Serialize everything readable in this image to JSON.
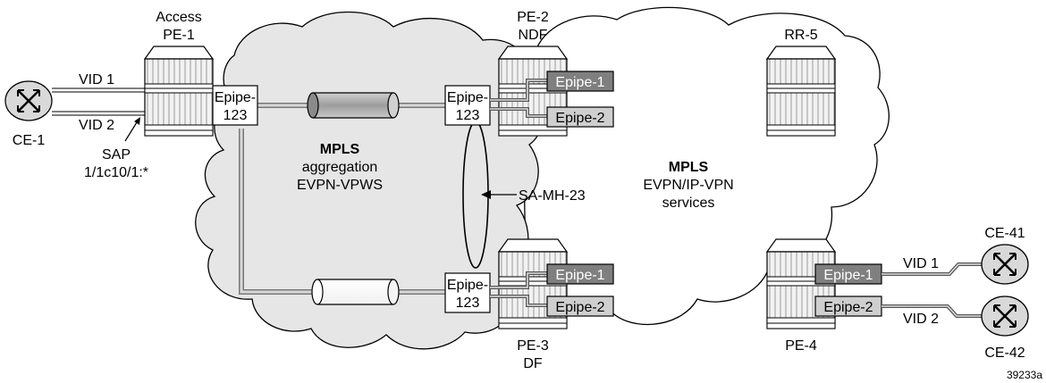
{
  "nodes": {
    "access_pe1": {
      "line1": "Access",
      "line2": "PE-1"
    },
    "pe2": {
      "line1": "PE-2",
      "line2": "NDF"
    },
    "rr5": {
      "label": "RR-5"
    },
    "pe3": {
      "line1": "PE-3",
      "line2": "DF"
    },
    "pe4": {
      "label": "PE-4"
    },
    "ce1": {
      "label": "CE-1"
    },
    "ce41": {
      "label": "CE-41"
    },
    "ce42": {
      "label": "CE-42"
    }
  },
  "links": {
    "vid1_left": "VID 1",
    "vid2_left": "VID 2",
    "vid1_right": "VID 1",
    "vid2_right": "VID 2"
  },
  "sap": {
    "line1": "SAP",
    "line2": "1/1c10/1:*"
  },
  "epipe123": {
    "line1": "Epipe-",
    "line2": "123"
  },
  "epipe_tags": {
    "epipe1": "Epipe-1",
    "epipe2": "Epipe-2"
  },
  "clouds": {
    "aggregation": {
      "line1": "MPLS",
      "line2": "aggregation",
      "line3": "EVPN-VPWS"
    },
    "services": {
      "line1": "MPLS",
      "line2": "EVPN/IP-VPN",
      "line3": "services"
    }
  },
  "multihoming": {
    "label": "SA-MH-23"
  },
  "figure_id": "39233a",
  "colors": {
    "cloud_left": "#e6e6e6",
    "cloud_right": "#ffffff",
    "tag_dark": "#7f7f7f",
    "tag_light": "#cfcfcf"
  }
}
